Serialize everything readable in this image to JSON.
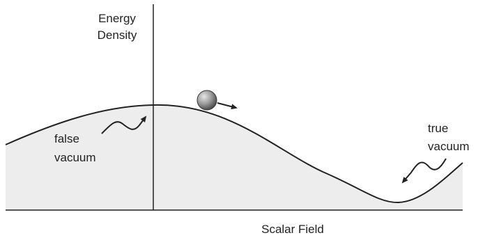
{
  "labels": {
    "y_axis_line1": "Energy",
    "y_axis_line2": "Density",
    "x_axis": "Scalar Field",
    "false_vacuum_line1": "false",
    "false_vacuum_line2": "vacuum",
    "true_vacuum_line1": "true",
    "true_vacuum_line2": "vacuum"
  },
  "colors": {
    "ink": "#222222",
    "fill": "#ededed",
    "ball_light": "#e0e0e0",
    "ball_dark": "#555555"
  },
  "icons": {
    "ball": "ball-icon",
    "arrows": "arrow-icon"
  }
}
